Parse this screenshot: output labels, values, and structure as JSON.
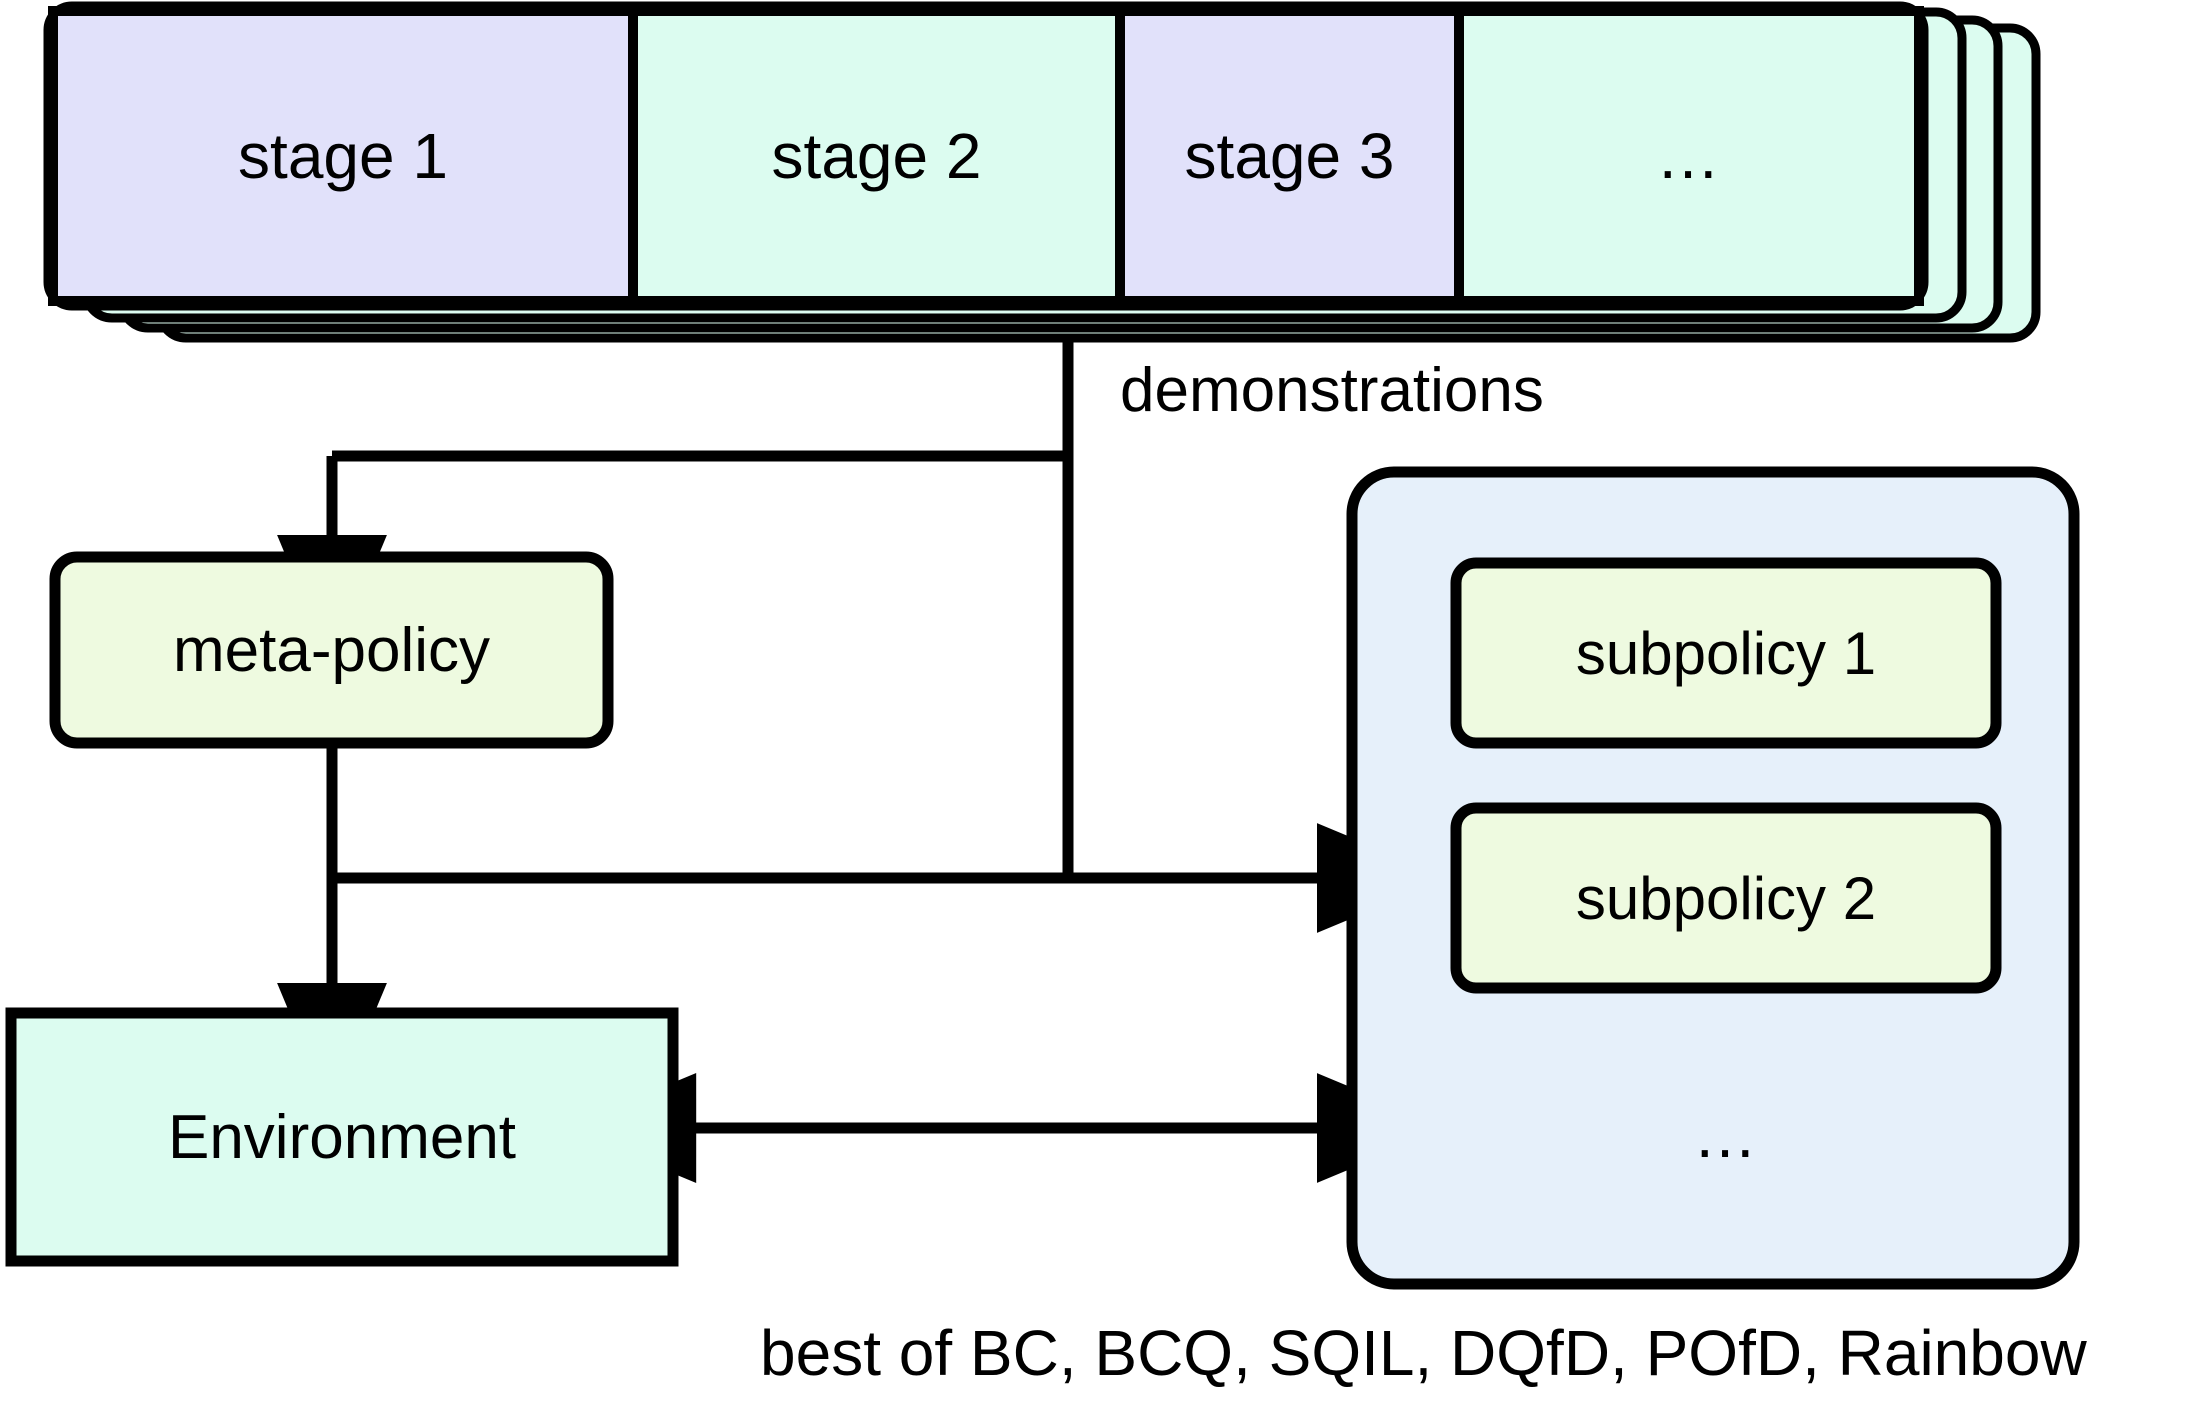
{
  "diagram": {
    "title": "hierarchical demonstration-driven RL architecture",
    "colors": {
      "lavender": "#e1e1fa",
      "mint": "#dcfcf0",
      "pale_green": "#eefae0",
      "light_blue": "#e6f0fa",
      "stroke": "#000000",
      "background": "#ffffff"
    },
    "demonstrations": {
      "label": "demonstrations",
      "stages": [
        {
          "label": "stage 1",
          "fill": "#e1e1fa"
        },
        {
          "label": "stage 2",
          "fill": "#dcfcf0"
        },
        {
          "label": "stage 3",
          "fill": "#e1e1fa"
        },
        {
          "label": "…",
          "fill": "#dcfcf0"
        }
      ],
      "stack_layers": 3
    },
    "meta_policy": {
      "label": "meta-policy"
    },
    "environment": {
      "label": "Environment"
    },
    "subpolicies": {
      "items": [
        {
          "label": "subpolicy 1"
        },
        {
          "label": "subpolicy 2"
        }
      ],
      "more": "…"
    },
    "caption": "best of BC, BCQ, SQIL, DQfD, POfD, Rainbow",
    "edges": [
      {
        "name": "demonstrations-to-meta-policy",
        "arrow": "single"
      },
      {
        "name": "demonstrations-to-subpolicies",
        "arrow": "single"
      },
      {
        "name": "meta-policy-to-environment",
        "arrow": "single"
      },
      {
        "name": "environment-subpolicies-interaction",
        "arrow": "double"
      }
    ]
  }
}
